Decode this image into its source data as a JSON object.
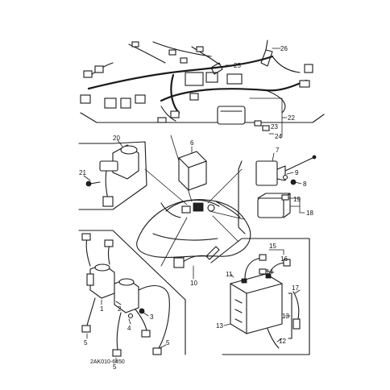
{
  "diagram": {
    "catalog_code": "2AK010-6450",
    "colors": {
      "ink": "#1a1a1a",
      "paper": "#ffffff"
    },
    "callouts": {
      "c1": "1",
      "c2": "2",
      "c3": "3",
      "c4": "4",
      "c5a": "5",
      "c5b": "5",
      "c5c": "5",
      "c6": "6",
      "c7": "7",
      "c8": "8",
      "c9": "9",
      "c10": "10",
      "c11": "11",
      "c12": "12",
      "c13a": "13",
      "c13b": "13",
      "c14": "14",
      "c15": "15",
      "c16": "16",
      "c17": "17",
      "c18": "18",
      "c19": "19",
      "c20": "20",
      "c21": "21",
      "c22": "22",
      "c23": "23",
      "c24": "24",
      "c25": "25",
      "c26": "26"
    }
  }
}
